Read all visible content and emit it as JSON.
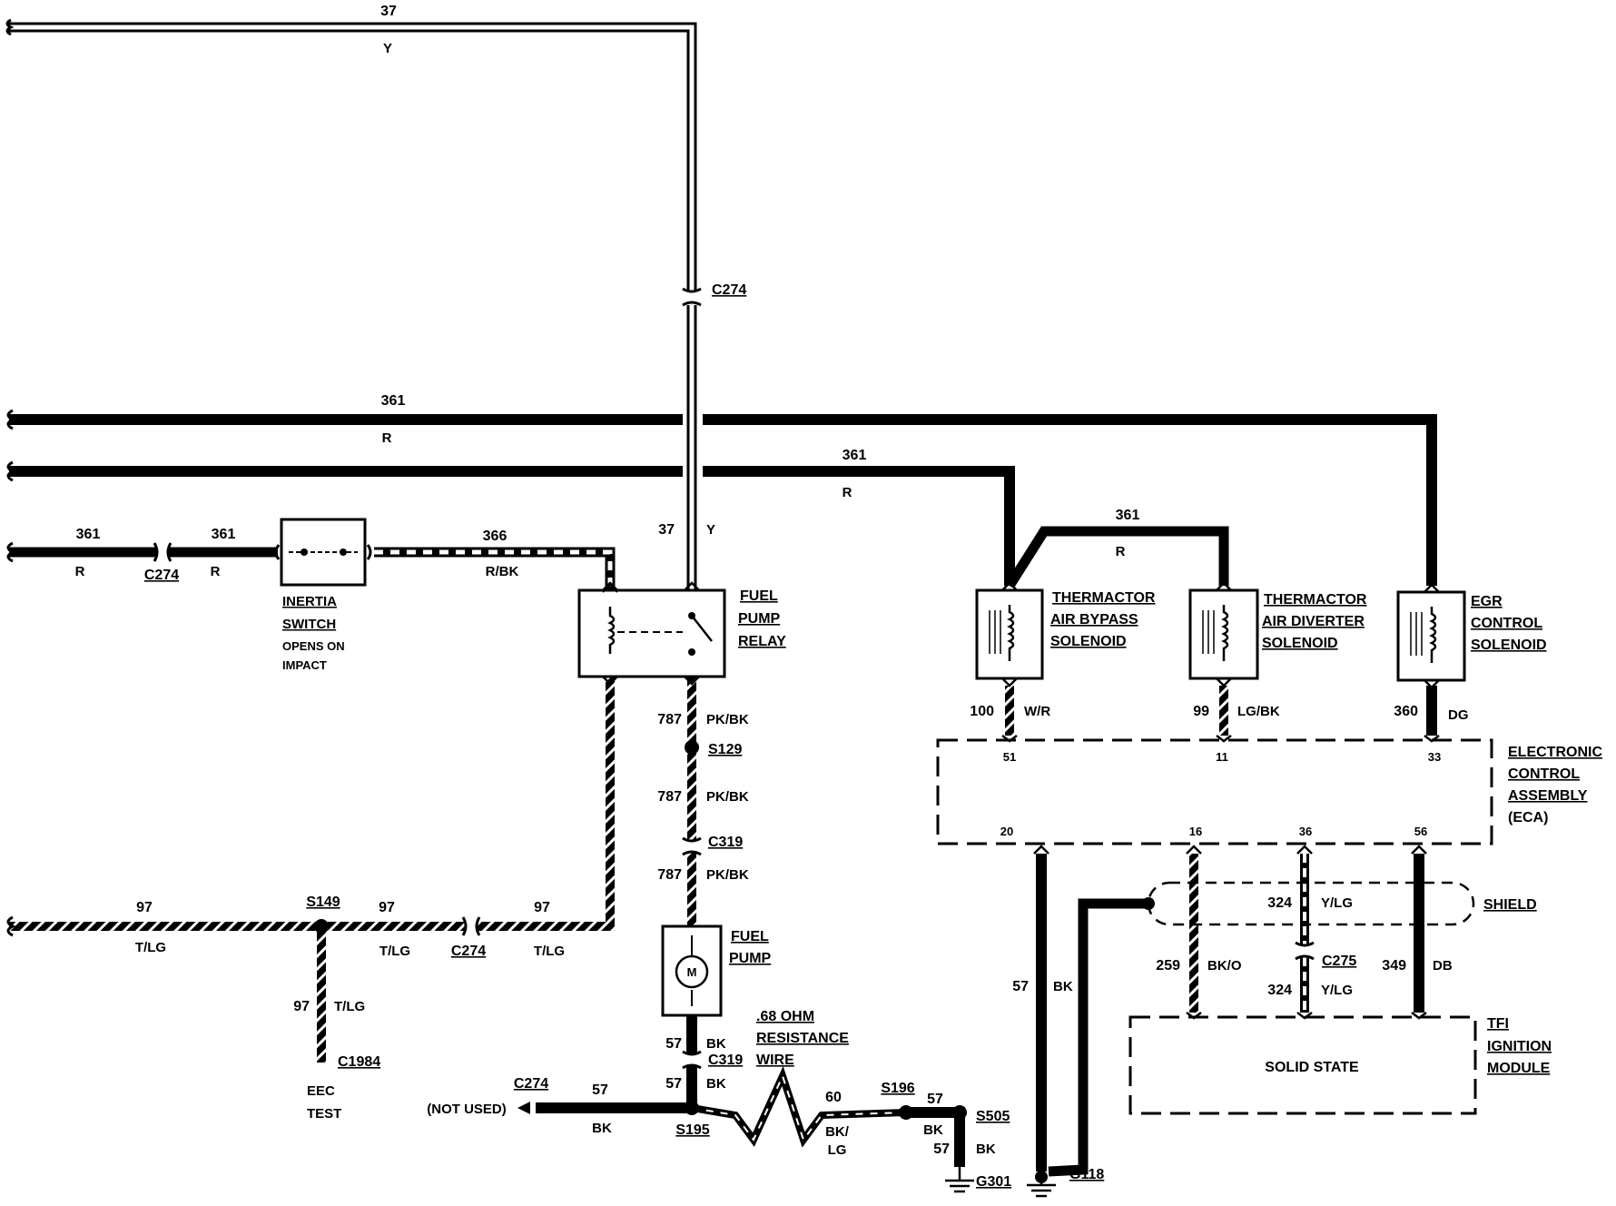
{
  "wires": {
    "w37_top": {
      "num": "37",
      "color": "Y"
    },
    "w361_a": {
      "num": "361",
      "color": "R"
    },
    "w361_b": {
      "num": "361",
      "color": "R"
    },
    "w361_c1": {
      "num": "361",
      "color": "R"
    },
    "w361_c2": {
      "num": "361",
      "color": "R"
    },
    "w361_d": {
      "num": "361",
      "color": "R"
    },
    "w366": {
      "num": "366",
      "color": "R/BK"
    },
    "w37_relay": {
      "num": "37",
      "color": "Y"
    },
    "w97_a": {
      "num": "97",
      "color": "T/LG"
    },
    "w97_b": {
      "num": "97",
      "color": "T/LG"
    },
    "w97_c": {
      "num": "97",
      "color": "T/LG"
    },
    "w97_d": {
      "num": "97",
      "color": "T/LG"
    },
    "w787_a": {
      "num": "787",
      "color": "PK/BK"
    },
    "w787_b": {
      "num": "787",
      "color": "PK/BK"
    },
    "w787_c": {
      "num": "787",
      "color": "PK/BK"
    },
    "w57_a": {
      "num": "57",
      "color": "BK"
    },
    "w57_b": {
      "num": "57",
      "color": "BK"
    },
    "w57_c": {
      "num": "57",
      "color": "BK"
    },
    "w57_d": {
      "num": "57",
      "color": "BK"
    },
    "w57_e": {
      "num": "57",
      "color": "BK"
    },
    "w57_f": {
      "num": "57",
      "color": "BK"
    },
    "w60": {
      "num": "60",
      "color_line1": "BK/",
      "color_line2": "LG"
    },
    "w100": {
      "num": "100",
      "color": "W/R"
    },
    "w99": {
      "num": "99",
      "color": "LG/BK"
    },
    "w360": {
      "num": "360",
      "color": "DG"
    },
    "w324_a": {
      "num": "324",
      "color": "Y/LG"
    },
    "w324_b": {
      "num": "324",
      "color": "Y/LG"
    },
    "w259": {
      "num": "259",
      "color": "BK/O"
    },
    "w349": {
      "num": "349",
      "color": "DB"
    }
  },
  "connectors": {
    "c274_top": "C274",
    "c274_left": "C274",
    "c274_mid": "C274",
    "c274_bottom": "C274",
    "c319_a": "C319",
    "c319_b": "C319",
    "c275": "C275",
    "c1984": "C1984"
  },
  "splices": {
    "s129": "S129",
    "s149": "S149",
    "s195": "S195",
    "s196": "S196",
    "s505": "S505"
  },
  "grounds": {
    "g301": "G301",
    "g118": "G118"
  },
  "components": {
    "inertia_switch": {
      "line1": "INERTIA",
      "line2": "SWITCH",
      "note1": "OPENS ON",
      "note2": "IMPACT"
    },
    "fuel_pump_relay": {
      "line1": "FUEL",
      "line2": "PUMP",
      "line3": "RELAY"
    },
    "fuel_pump": {
      "line1": "FUEL",
      "line2": "PUMP",
      "motor_symbol": "M"
    },
    "thermactor_bypass": {
      "line1": "THERMACTOR",
      "line2": "AIR BYPASS",
      "line3": "SOLENOID"
    },
    "thermactor_diverter": {
      "line1": "THERMACTOR",
      "line2": "AIR DIVERTER",
      "line3": "SOLENOID"
    },
    "egr_control": {
      "line1": "EGR",
      "line2": "CONTROL",
      "line3": "SOLENOID"
    },
    "eca": {
      "line1": "ELECTRONIC",
      "line2": "CONTROL",
      "line3": "ASSEMBLY",
      "line4": "(ECA)",
      "pins": [
        "51",
        "11",
        "33",
        "20",
        "16",
        "36",
        "56"
      ]
    },
    "shield": "SHIELD",
    "tfi_module": {
      "line1": "TFI",
      "line2": "IGNITION",
      "line3": "MODULE",
      "body": "SOLID STATE"
    },
    "resistance_wire": {
      "line1": ".68 OHM",
      "line2": "RESISTANCE",
      "line3": "WIRE"
    },
    "eec_test": {
      "line1": "EEC",
      "line2": "TEST"
    },
    "not_used": "(NOT USED)"
  }
}
